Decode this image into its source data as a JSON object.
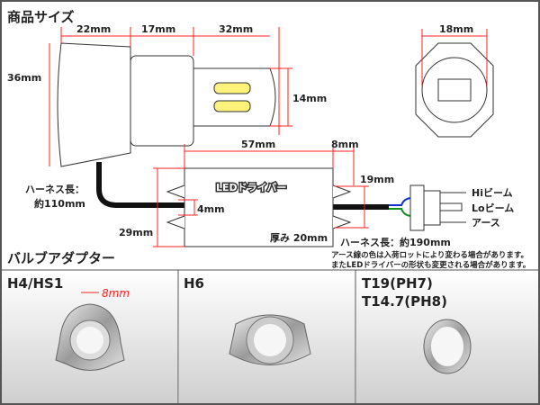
{
  "section_title": "商品サイズ",
  "bulb_dims": {
    "base_len": "22mm",
    "neck_len": "17mm",
    "led_len": "32mm",
    "height": "36mm",
    "led_height": "14mm",
    "octagon": "18mm"
  },
  "driver": {
    "label": "LEDドライバー",
    "length": "57mm",
    "right_width": "8mm",
    "height": "29mm",
    "clip_gap": "4mm",
    "clip_height": "19mm",
    "thickness": "厚み 20mm"
  },
  "harness_left": {
    "line1": "ハーネス長：",
    "line2": "約110mm"
  },
  "harness_right": "ハーネス長：約190mm",
  "connector": {
    "hi": "Hiビーム",
    "lo": "Loビーム",
    "ground": "アース"
  },
  "notes": [
    "アース線の色は入荷ロットにより変わる場合があります。",
    "またLEDドライバーの形状も変更される場合があります。"
  ],
  "adapter_title": "バルブアダプター",
  "adapters": [
    {
      "name": "H4/HS1",
      "dim": "8mm"
    },
    {
      "name": "H6"
    },
    {
      "name": "T19(PH7)",
      "name2": "T14.7(PH8)"
    }
  ],
  "colors": {
    "dimension": "#ff2020",
    "hi_wire": "#1030d0",
    "ground_wire": "#109020",
    "led": "#fff27a"
  }
}
